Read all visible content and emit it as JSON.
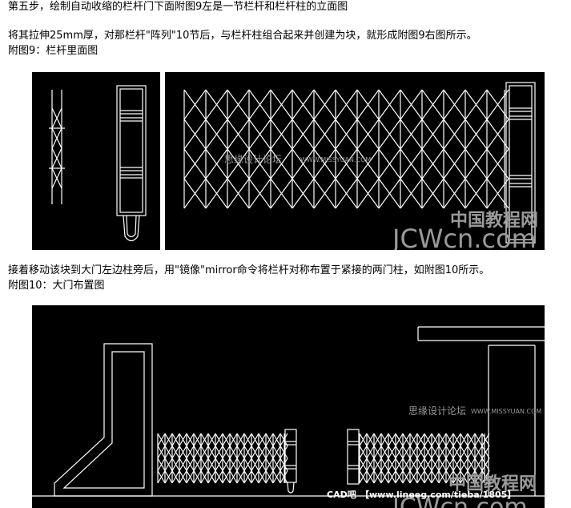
{
  "text": {
    "step5": "第五步，绘制自动收缩的栏杆门下面附图9左是一节栏杆和栏杆柱的立面图",
    "step5_detail": "将其拉伸25mm厚，对那栏杆\"阵列\"10节后，与栏杆柱组合起来并创建为块，就形成附图9右图所示。",
    "fig9_caption": "附图9：栏杆里面图",
    "mirror_text": "接着移动该块到大门左边柱旁后，用\"镜像\"mirror命令将栏杆对称布置于紧接的两门柱，如附图10所示。",
    "fig10_caption": "附图10：大门布置图"
  },
  "watermarks": {
    "forum": "思缘设计论坛",
    "forum_url": "WWW.MISSYUAN.COM",
    "site_cn": "中国教程网",
    "site_en": "JCWcn.com",
    "cad_label": "CAD吧",
    "cad_url": "【www.lineeg.com/tieba/1805】"
  },
  "colors": {
    "drawing_bg": "#000000",
    "drawing_line": "#ffffff",
    "watermark": "#9a9a9a"
  }
}
